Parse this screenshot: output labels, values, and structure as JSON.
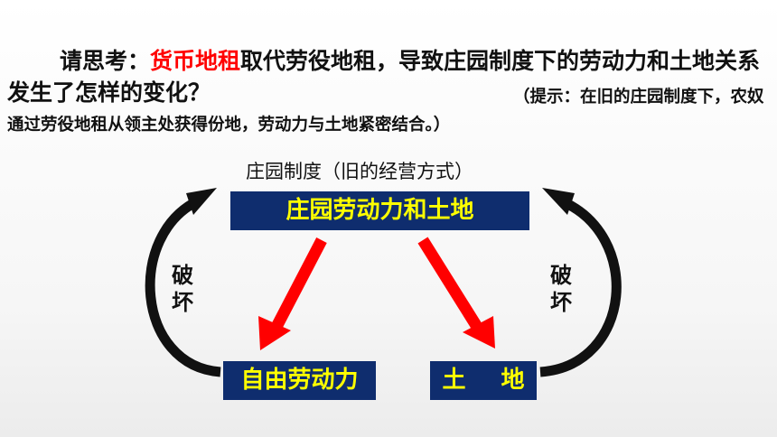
{
  "question": {
    "prefix": "请思考：",
    "highlight": "货币地租",
    "rest": "取代劳役地租，导致庄园制度下的劳动力和土地关系发生了怎样的变化？"
  },
  "hint": {
    "text": "（提示：在旧的庄园制度下，农奴通过劳役地租从领主处获得份地，劳动力与土地紧密结合。）"
  },
  "diagram": {
    "caption": "庄园制度（旧的经营方式）",
    "top_box": "庄园劳动力和土地",
    "left_box": "自由劳动力",
    "right_box": "土 地",
    "left_label": [
      "破",
      "坏"
    ],
    "right_label": [
      "破",
      "坏"
    ]
  },
  "colors": {
    "box_fill": "#0f2d6e",
    "box_text": "#ffff00",
    "arrow_red": "#ff0000",
    "highlight_red": "#ff0000"
  }
}
